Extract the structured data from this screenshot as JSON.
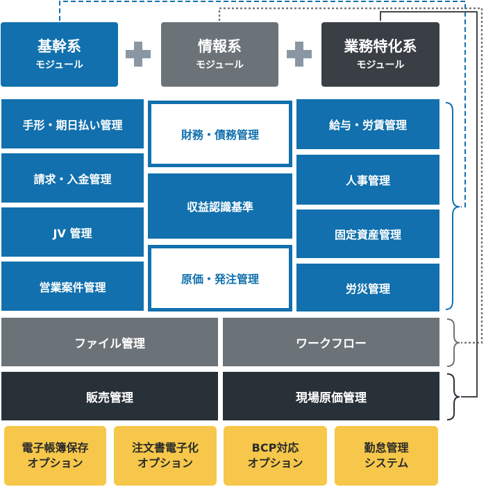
{
  "modules": [
    {
      "title": "基幹系",
      "subtitle": "モジュール",
      "color": "#1170ad"
    },
    {
      "title": "情報系",
      "subtitle": "モジュール",
      "color": "#6b7378"
    },
    {
      "title": "業務特化系",
      "subtitle": "モジュール",
      "color": "#3a3f45"
    }
  ],
  "left_column": [
    "手形・期日払い管理",
    "請求・入金管理",
    "JV 管理",
    "営業案件管理"
  ],
  "center_column": [
    "財務・債務管理",
    "収益認識基準",
    "原価・発注管理"
  ],
  "right_column": [
    "給与・労賃管理",
    "人事管理",
    "固定資産管理",
    "労災管理"
  ],
  "gray_row": [
    "ファイル管理",
    "ワークフロー"
  ],
  "dark_row": [
    "販売管理",
    "現場原価管理"
  ],
  "options": [
    {
      "line1": "電子帳簿保存",
      "line2": "オプション"
    },
    {
      "line1": "注文書電子化",
      "line2": "オプション"
    },
    {
      "line1": "BCP対応",
      "line2": "オプション"
    },
    {
      "line1": "勤怠管理",
      "line2": "システム"
    }
  ],
  "colors": {
    "blue": "#1170ad",
    "gray": "#6b7378",
    "dark": "#283038",
    "option": "#f6c74a",
    "plus": "#8a97a3",
    "connector": "#555555"
  }
}
